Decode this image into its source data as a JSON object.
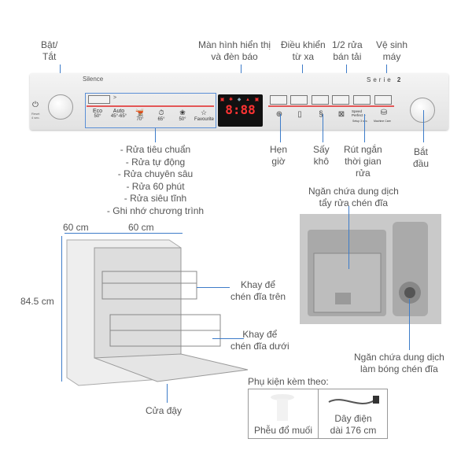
{
  "top_labels": {
    "power": "Bật/\nTắt",
    "display": "Màn hình hiển thị\nvà đèn báo",
    "remote": "Điều khiển\ntừ xa",
    "half_load": "1/2 rửa\nbán tải",
    "machine_care": "Vệ sinh\nmáy"
  },
  "panel": {
    "brand": "Silence",
    "series": "Serie",
    "series_num": "2",
    "reset": "Reset\n4 sec.",
    "display_digits": "8:88",
    "programs": [
      {
        "name": "Eco",
        "temp": "50°"
      },
      {
        "name": "Auto",
        "temp": "45°-65°"
      },
      {
        "name": "",
        "temp": "70°"
      },
      {
        "name": "",
        "temp": "65°"
      },
      {
        "name": "",
        "temp": "50°"
      },
      {
        "name": "",
        "temp": "Favourite"
      }
    ],
    "speed_perfect": "Speed\nPerfect +",
    "setup": "Setup 3 sec.",
    "machine_care_small": "Machine Care",
    "arrow": ">"
  },
  "bottom_labels": {
    "programs_list": [
      "- Rửa tiêu chuẩn",
      "- Rửa tự động",
      "- Rửa chuyên sâu",
      "- Rửa 60 phút",
      "- Rửa siêu tĩnh",
      "- Ghi nhớ chương trình"
    ],
    "timer": "Hẹn\ngiờ",
    "dry": "Sấy\nkhô",
    "shorten": "Rút ngắn\nthời gian\nrửa",
    "start": "Bắt\nđầu"
  },
  "detergent_label": "Ngăn chứa dung dịch\ntẩy rửa chén đĩa",
  "rinse_label": "Ngăn chứa dung dịch\nlàm bóng chén đĩa",
  "dimensions": {
    "depth": "60 cm",
    "width": "60 cm",
    "height": "84.5 cm"
  },
  "upper_rack": "Khay để\nchén đĩa trên",
  "lower_rack": "Khay để\nchén đĩa dưới",
  "door": "Cửa đậy",
  "accessories": {
    "title": "Phụ kiện kèm theo:",
    "items": [
      "Phễu đổ muối",
      "Dây điện\ndài 176 cm"
    ]
  }
}
